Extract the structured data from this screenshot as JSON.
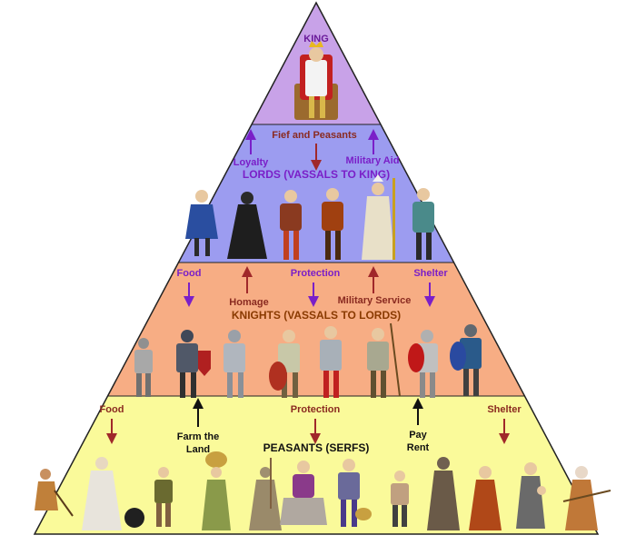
{
  "tiers": [
    {
      "name": "KING",
      "color": "#c8a2e8",
      "title_color": "#6a1a9a"
    },
    {
      "name": "LORDS (VASSALS TO KING)",
      "color": "#9c9cf0",
      "title_color": "#7a1fc8"
    },
    {
      "name": "KNIGHTS (VASSALS TO LORDS)",
      "color": "#f7ad84",
      "title_color": "#8a3a00"
    },
    {
      "name": "PEASANTS (SERFS)",
      "color": "#fafa9a",
      "title_color": "#111111"
    }
  ],
  "labels": {
    "fief_and_peasants": "Fief and Peasants",
    "loyalty": "Loyalty",
    "military_aid": "Military Aid",
    "food_upper": "Food",
    "protection_upper": "Protection",
    "shelter_upper": "Shelter",
    "homage": "Homage",
    "military_service": "Military Service",
    "food_lower": "Food",
    "protection_lower": "Protection",
    "shelter_lower": "Shelter",
    "farm_the_land_1": "Farm the",
    "farm_the_land_2": "Land",
    "pay_rent_1": "Pay",
    "pay_rent_2": "Rent"
  },
  "colors": {
    "arrow_purple": "#7a1fc8",
    "arrow_red": "#a0282a",
    "arrow_black": "#111111",
    "label_purple": "#7a1fc8",
    "label_red": "#8a2a20"
  },
  "figures": {
    "king": "king-on-throne",
    "lords": [
      "lady-noble",
      "monk-hooded",
      "noble-man",
      "noble-man-red",
      "bishop",
      "noble-man-green"
    ],
    "knights": [
      "knight-axe",
      "knight-sword-shield",
      "knight-armored",
      "knight-shield-cross",
      "knight-red",
      "knight-spear",
      "knight-red-shield",
      "knight-shield-blue"
    ],
    "peasants": [
      "peasant-hoe",
      "peasant-woman-pot",
      "peasant-man-pan",
      "peasant-woman-basket",
      "monk-cross",
      "peasant-seated",
      "peasant-sword-basket",
      "blacksmith",
      "monk-brown",
      "peasant-woman",
      "peasant-woman-child",
      "peasant-woman-rake"
    ]
  }
}
